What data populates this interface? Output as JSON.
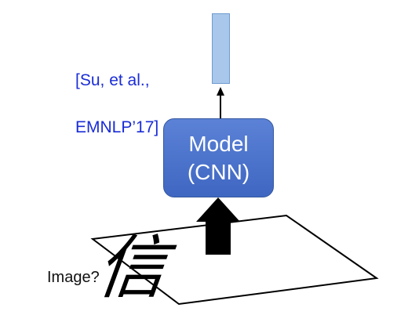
{
  "citation": {
    "line1": "[Su, et al.,",
    "line2": "EMNLP’17]"
  },
  "model": {
    "line1": "Model",
    "line2": "(CNN)"
  },
  "input_label": "Image?",
  "character": "信",
  "colors": {
    "citation": "#1a2cd6",
    "model_fill": "#4a72cc",
    "vector_fill": "#a9c7ea"
  }
}
